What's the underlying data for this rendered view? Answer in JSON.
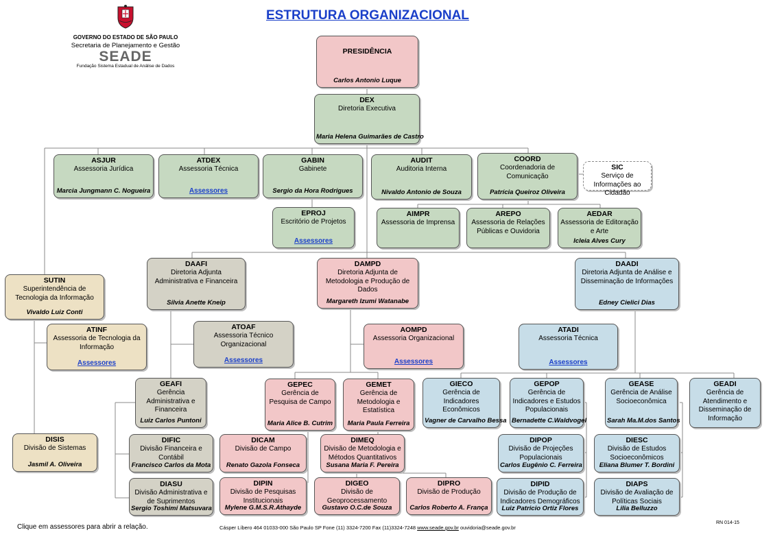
{
  "page": {
    "title": "ESTRUTURA ORGANIZACIONAL",
    "logo": {
      "line1": "GOVERNO DO ESTADO DE SÃO PAULO",
      "line2": "Secretaria de Planejamento e Gestão",
      "line3": "SEADE",
      "line4": "Fundação Sistema Estadual de Análise de Dados",
      "icon": "crest-icon"
    },
    "footer": {
      "note": "Clique  em assessores para abrir a relação.",
      "address": "Cásper Líbero 464 01033-000 São Paulo SP Fone (11) 3324-7200 Fax (11)3324-7248",
      "site": "www.seade.gov.br",
      "email": "ouvidoria@seade.gov.br",
      "ref": "RN 014-15"
    },
    "colors": {
      "title": "#1a3fc9",
      "green": "#c6d9c1",
      "pink": "#f2c7c8",
      "blue": "#c7dde8",
      "tan": "#ede1c4",
      "gray": "#d4d2c6",
      "link": "#1a3fc9"
    }
  },
  "units": [
    {
      "id": "pres",
      "code": "PRESIDÊNCIA",
      "name": "",
      "person": "Carlos Antonio Luque",
      "link": "",
      "color": "pink"
    },
    {
      "id": "dex",
      "code": "DEX",
      "name": "Diretoria Executiva",
      "person": "Maria Helena Guimarães de Castro",
      "link": "",
      "color": "green"
    },
    {
      "id": "asjur",
      "code": "ASJUR",
      "name": "Assessoria Jurídica",
      "person": "Marcia Jungmann C. Nogueira",
      "link": "",
      "color": "green"
    },
    {
      "id": "atdex",
      "code": "ATDEX",
      "name": "Assessoria Técnica",
      "person": "",
      "link": "Assessores",
      "color": "green"
    },
    {
      "id": "gabin",
      "code": "GABIN",
      "name": "Gabinete",
      "person": "Sergio da Hora Rodrigues",
      "link": "",
      "color": "green"
    },
    {
      "id": "audit",
      "code": "AUDIT",
      "name": "Auditoria Interna",
      "person": "Nivaldo Antonio de Souza",
      "link": "",
      "color": "green"
    },
    {
      "id": "coord",
      "code": "COORD",
      "name": "Coordenadoria de Comunicação",
      "person": "Patrícia Queiroz Oliveira",
      "link": "",
      "color": "green"
    },
    {
      "id": "sic",
      "code": "SIC",
      "name": "Serviço de Informações ao Cidadão",
      "person": "",
      "link": "",
      "color": "white"
    },
    {
      "id": "eproj",
      "code": "EPROJ",
      "name": "Escritório de Projetos",
      "person": "",
      "link": "Assessores",
      "color": "green"
    },
    {
      "id": "aimpr",
      "code": "AIMPR",
      "name": "Assessoria de Imprensa",
      "person": "",
      "link": "",
      "color": "green"
    },
    {
      "id": "arepo",
      "code": "AREPO",
      "name": "Assessoria de Relações Públicas e Ouvidoria",
      "person": "",
      "link": "",
      "color": "green"
    },
    {
      "id": "aedar",
      "code": "AEDAR",
      "name": "Assessoria de Editoração e Arte",
      "person": "Icleia Alves Cury",
      "link": "",
      "color": "green"
    },
    {
      "id": "daafi",
      "code": "DAAFI",
      "name": "Diretoria Adjunta Administrativa e Financeira",
      "person": "Silvia Anette Kneip",
      "link": "",
      "color": "gray"
    },
    {
      "id": "dampd",
      "code": "DAMPD",
      "name": "Diretoria Adjunta de Metodologia e Produção de Dados",
      "person": "Margareth Izumi Watanabe",
      "link": "",
      "color": "pink"
    },
    {
      "id": "daadi",
      "code": "DAADI",
      "name": "Diretoria Adjunta de Análise e Disseminação de Informações",
      "person": "Edney Cielici Dias",
      "link": "",
      "color": "blue"
    },
    {
      "id": "sutin",
      "code": "SUTIN",
      "name": "Superintendência de Tecnologia da Informação",
      "person": "Vivaldo Luiz Conti",
      "link": "",
      "color": "tan"
    },
    {
      "id": "atinf",
      "code": "ATINF",
      "name": "Assessoria de Tecnologia da Informação",
      "person": "",
      "link": "Assessores",
      "color": "tan"
    },
    {
      "id": "disis",
      "code": "DISIS",
      "name": "Divisão de Sistemas",
      "person": "Jasmil A. Oliveira",
      "link": "",
      "color": "tan"
    },
    {
      "id": "atoaf",
      "code": "ATOAF",
      "name": "Assessoria Técnico Organizacional",
      "person": "",
      "link": "Assessores",
      "color": "gray"
    },
    {
      "id": "aompd",
      "code": "AOMPD",
      "name": "Assessoria Organizacional",
      "person": "",
      "link": "Assessores",
      "color": "pink"
    },
    {
      "id": "atadi",
      "code": "ATADI",
      "name": "Assessoria Técnica",
      "person": "",
      "link": "Assessores",
      "color": "blue"
    },
    {
      "id": "geafi",
      "code": "GEAFI",
      "name": "Gerência Administrativa e Financeira",
      "person": "Luiz Carlos Puntoni",
      "link": "",
      "color": "gray"
    },
    {
      "id": "difie",
      "code": "DIFIC",
      "name": "Divisão Financeira e Contábil",
      "person": "Francisco Carlos da Mota",
      "link": "",
      "color": "gray"
    },
    {
      "id": "diasu",
      "code": "DIASU",
      "name": "Divisão Administrativa e de Suprimentos",
      "person": "Sergio Toshimi Matsuvara",
      "link": "",
      "color": "gray"
    },
    {
      "id": "gepec",
      "code": "GEPEC",
      "name": "Gerência de Pesquisa de Campo",
      "person": "Maria Alice B. Cutrim",
      "link": "",
      "color": "pink"
    },
    {
      "id": "gemet",
      "code": "GEMET",
      "name": "Gerência de Metodologia e Estatística",
      "person": "Maria Paula Ferreira",
      "link": "",
      "color": "pink"
    },
    {
      "id": "dicam",
      "code": "DICAM",
      "name": "Divisão de Campo",
      "person": "Renato Gazola Fonseca",
      "link": "",
      "color": "pink"
    },
    {
      "id": "dimeq",
      "code": "DIMEQ",
      "name": "Divisão de Metodologia e Métodos Quantitativos",
      "person": "Susana Maria F. Pereira",
      "link": "",
      "color": "pink"
    },
    {
      "id": "dipin",
      "code": "DIPIN",
      "name": "Divisão de Pesquisas Institucionais",
      "person": "Mylene G.M.S.R.Athayde",
      "link": "",
      "color": "pink"
    },
    {
      "id": "digeo",
      "code": "DIGEO",
      "name": "Divisão de Geoprocessamento",
      "person": "Gustavo O.C.de Souza",
      "link": "",
      "color": "pink"
    },
    {
      "id": "dipro",
      "code": "DIPRO",
      "name": "Divisão de Produção",
      "person": "Carlos Roberto A. França",
      "link": "",
      "color": "pink"
    },
    {
      "id": "gieco",
      "code": "GIECO",
      "name": "Gerência de Indicadores Econômicos",
      "person": "Vagner de Carvalho Bessa",
      "link": "",
      "color": "blue"
    },
    {
      "id": "gepop",
      "code": "GEPOP",
      "name": "Gerência de Indicadores e Estudos Populacionais",
      "person": "Bernadette C.Waldvogel",
      "link": "",
      "color": "blue"
    },
    {
      "id": "gease",
      "code": "GEASE",
      "name": "Gerência de Análise Socioeconômica",
      "person": "Sarah Ma.M.dos Santos",
      "link": "",
      "color": "blue"
    },
    {
      "id": "geadi",
      "code": "GEADI",
      "name": "Gerência de Atendimento e Disseminação de Informação",
      "person": "",
      "link": "",
      "color": "blue"
    },
    {
      "id": "dipop",
      "code": "DIPOP",
      "name": "Divisão de Projeções Populacionais",
      "person": "Carlos Eugênio C. Ferreira",
      "link": "",
      "color": "blue"
    },
    {
      "id": "dipid",
      "code": "DIPID",
      "name": "Divisão de Produção de Indicadores Demográficos",
      "person": "Luiz Patricio Ortiz Flores",
      "link": "",
      "color": "blue"
    },
    {
      "id": "diesc",
      "code": "DIESC",
      "name": "Divisão de Estudos Socioeconômicos",
      "person": "Eliana Blumer T. Bordini",
      "link": "",
      "color": "blue"
    },
    {
      "id": "diaps",
      "code": "DIAPS",
      "name": "Divisão de Avaliação de Políticas Sociais",
      "person": "Lilia Belluzzo",
      "link": "",
      "color": "blue"
    }
  ]
}
